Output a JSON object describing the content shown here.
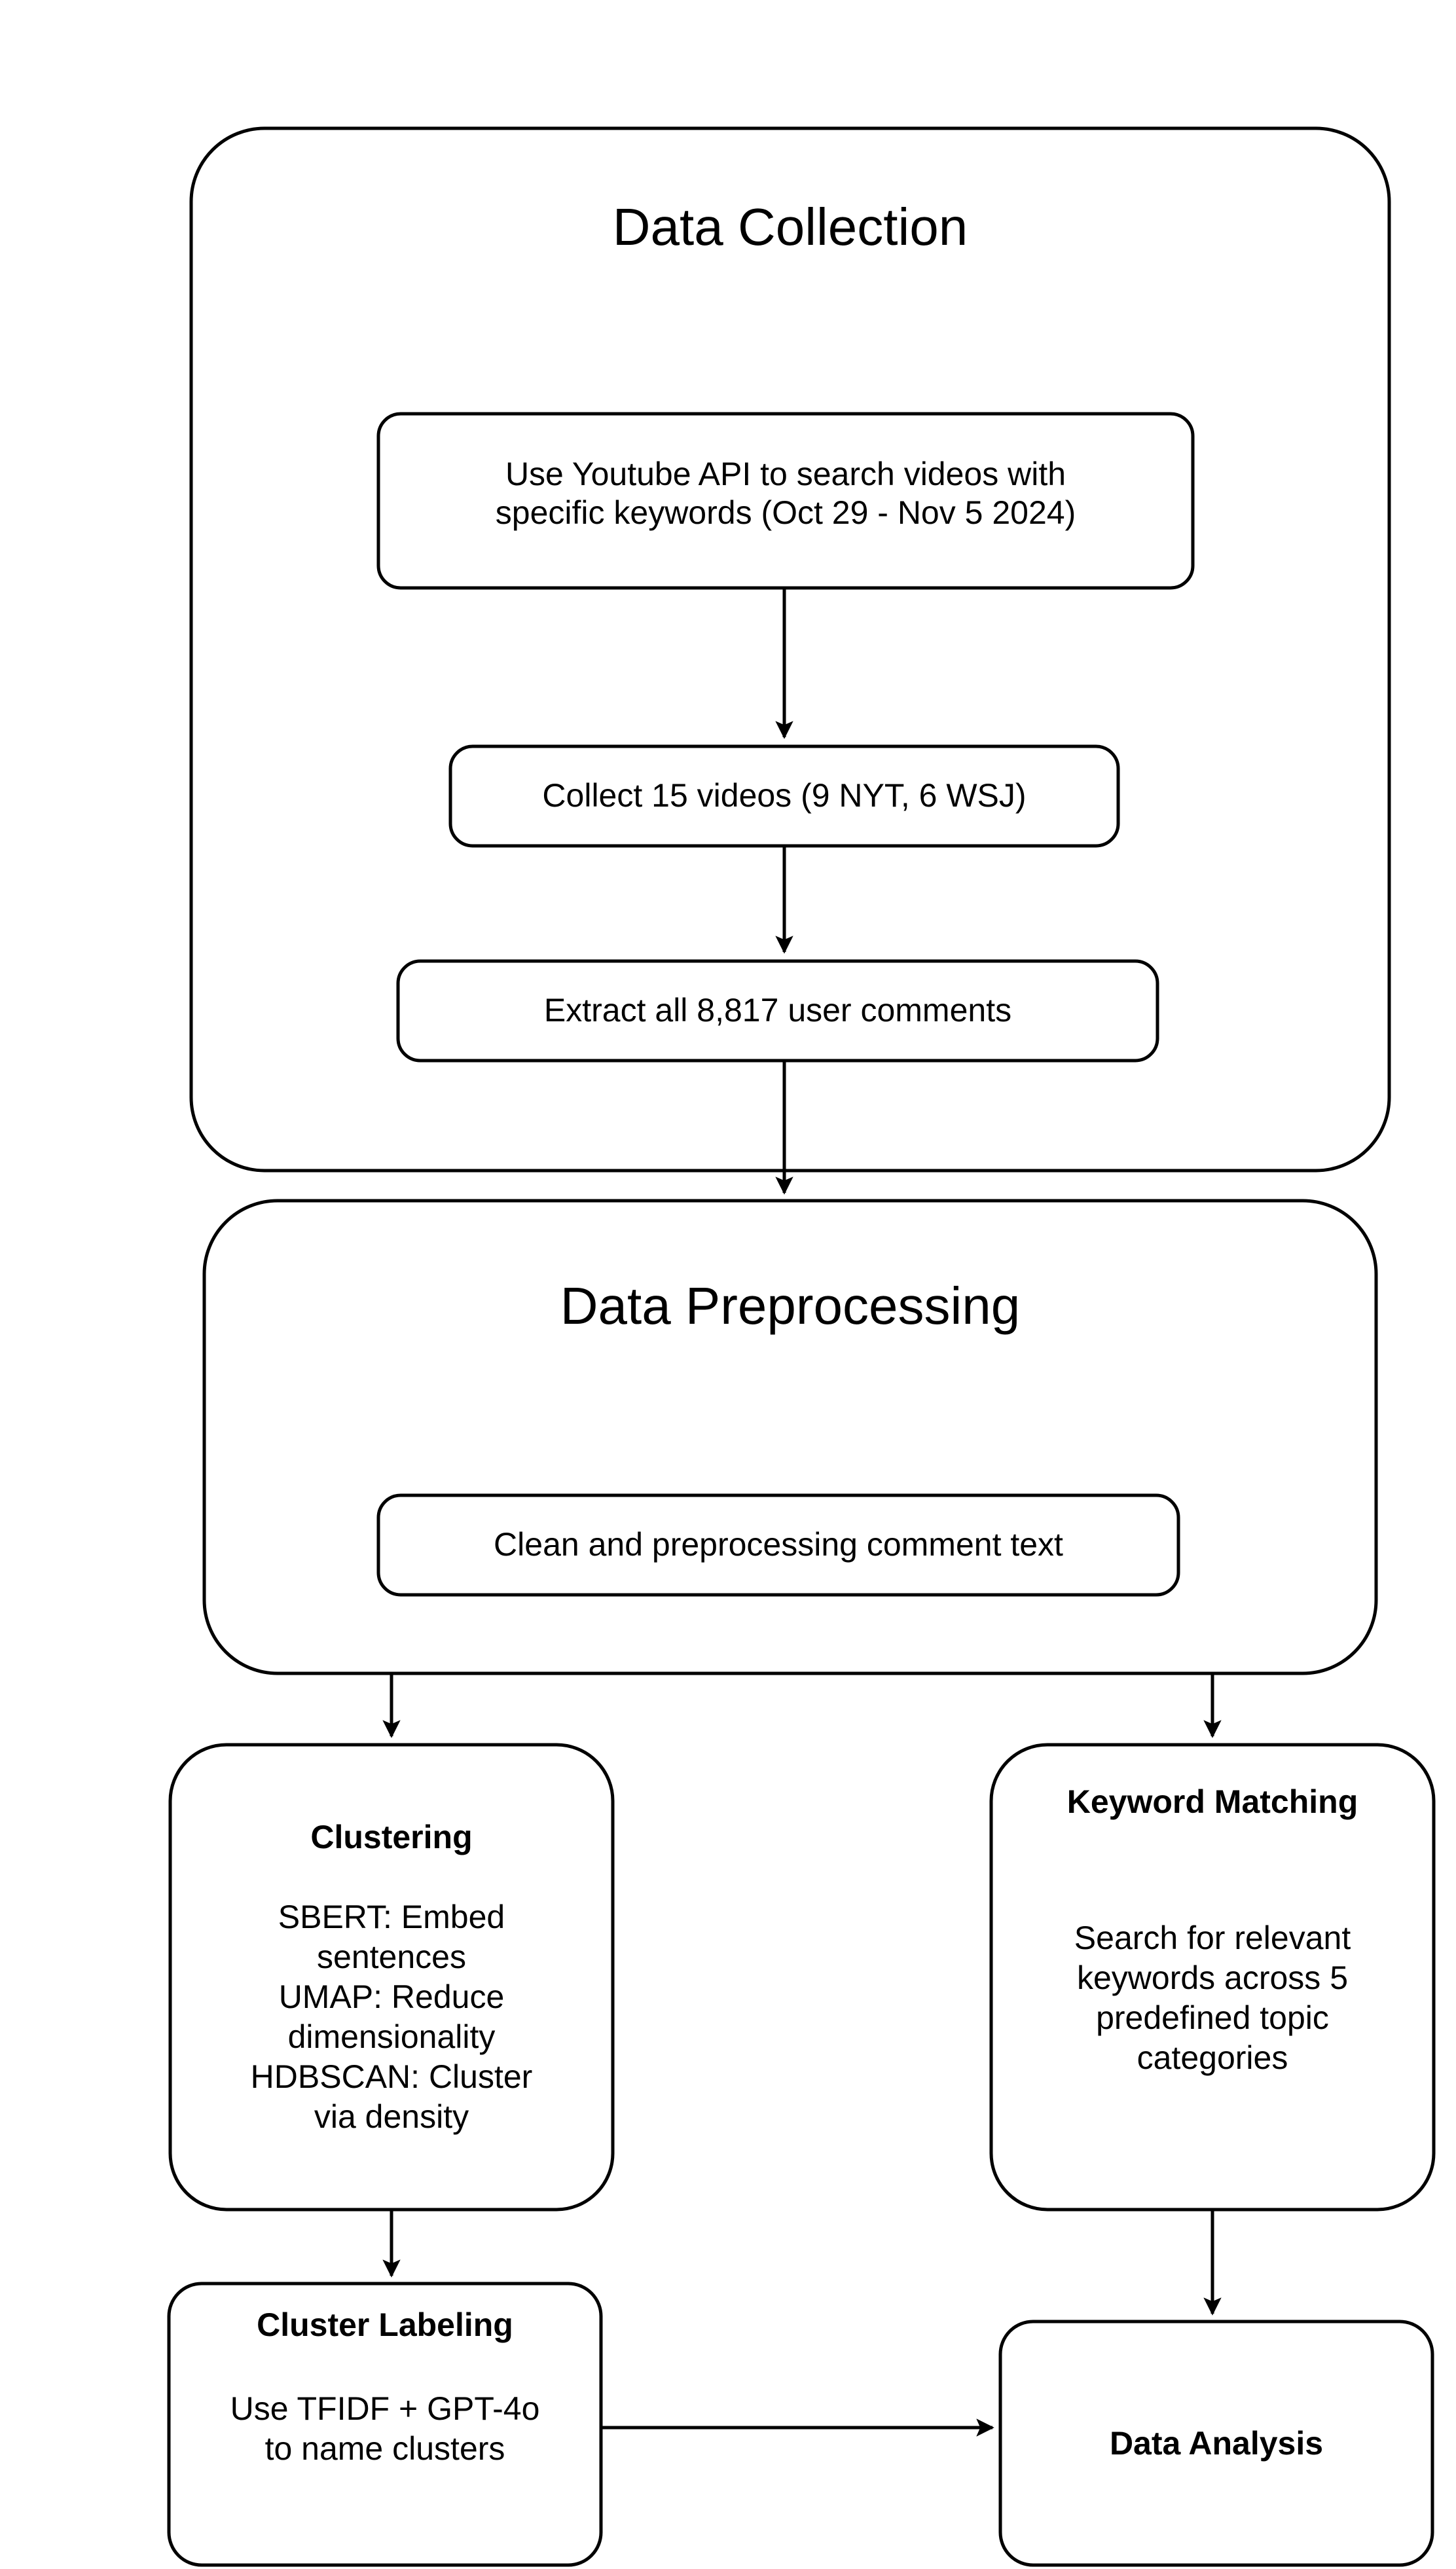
{
  "diagram": {
    "title_visible": false,
    "groups": [
      {
        "id": "data-collection",
        "title": "Data Collection",
        "nodes": [
          {
            "id": "youtube-api",
            "text": "Use Youtube API to search videos with\nspecific keywords (Oct 29 - Nov 5 2024)"
          },
          {
            "id": "collect-videos",
            "text": "Collect 15 videos (9 NYT, 6 WSJ)"
          },
          {
            "id": "extract-comments",
            "text": "Extract all 8,817 user comments"
          }
        ]
      },
      {
        "id": "data-preprocessing",
        "title": "Data Preprocessing",
        "nodes": [
          {
            "id": "clean-text",
            "text": "Clean and preprocessing comment text"
          }
        ]
      }
    ],
    "branch_nodes": [
      {
        "id": "clustering",
        "header": "Clustering",
        "body": "SBERT: Embed\nsentences\nUMAP: Reduce\ndimensionality\nHDBSCAN: Cluster\nvia density"
      },
      {
        "id": "keyword-matching",
        "header": "Keyword Matching",
        "body": "Search for relevant\nkeywords across 5\npredefined topic\ncategories"
      },
      {
        "id": "cluster-labeling",
        "header": "Cluster Labeling",
        "body": "Use TFIDF + GPT-4o\nto name clusters"
      },
      {
        "id": "data-analysis",
        "header": "Data Analysis",
        "body": ""
      }
    ],
    "colors": {
      "stroke": "#000000",
      "fill": "#ffffff",
      "background": "#ffffff",
      "text": "#000000"
    }
  }
}
